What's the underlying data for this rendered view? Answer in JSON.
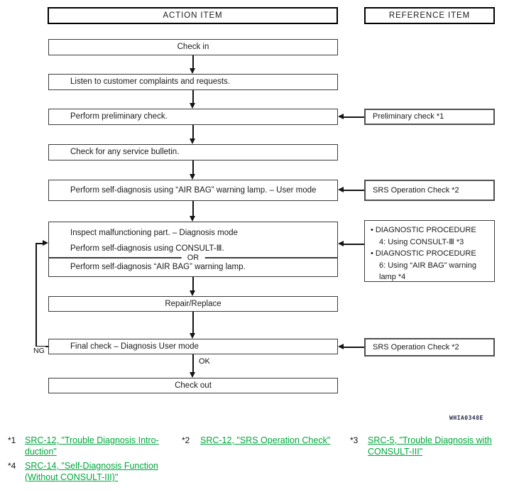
{
  "palette": {
    "link_green": "#00a63c",
    "line_color": "#141414"
  },
  "headers": {
    "action": "ACTION ITEM",
    "reference": "REFERENCE ITEM"
  },
  "flow": {
    "check_in": "Check in",
    "listen": "Listen to customer complaints and requests.",
    "preliminary": "Perform preliminary check.",
    "bulletin": "Check for any service bulletin.",
    "self_diag_user": "Perform self-diagnosis using “AIR BAG” warning lamp. – User mode",
    "inspect_line1": "Inspect malfunctioning part. – Diagnosis mode",
    "inspect_line2": "Perform self-diagnosis using CONSULT-Ⅲ.",
    "or_label": "OR",
    "inspect_line3": "Perform self-diagnosis “AIR BAG” warning lamp.",
    "repair": "Repair/Replace",
    "final_check": "Final check – Diagnosis User mode",
    "check_out": "Check out",
    "ok_label": "OK",
    "ng_label": "NG"
  },
  "references": {
    "preliminary": "Preliminary check *1",
    "srs_check_1": "SRS Operation Check *2",
    "srs_check_2": "SRS Operation Check *2",
    "diag_box": {
      "bullet": "•",
      "lines": [
        "DIAGNOSTIC PROCEDURE",
        "4: Using CONSULT-Ⅲ *3",
        "DIAGNOSTIC PROCEDURE",
        "6: Using “AIR BAG” warning",
        "lamp *4"
      ]
    }
  },
  "figure_code": "WHIA0348E",
  "footnotes": [
    {
      "marker": "*1",
      "line1": "SRC-12, \"Trouble Diagnosis Intro-",
      "line2": "duction\""
    },
    {
      "marker": "*2",
      "line1": "SRC-12, \"SRS Operation Check\"",
      "line2": ""
    },
    {
      "marker": "*3",
      "line1": "SRC-5, \"Trouble Diagnosis with",
      "line2": "CONSULT-III\""
    },
    {
      "marker": "*4",
      "line1": "SRC-14, \"Self-Diagnosis Function",
      "line2": "(Without CONSULT-III)\""
    }
  ]
}
